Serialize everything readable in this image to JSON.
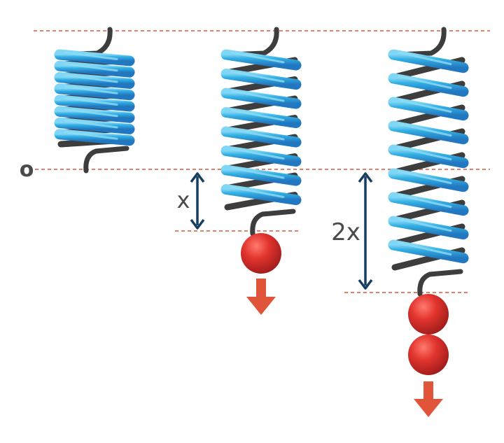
{
  "diagram": {
    "labels": {
      "origin": "o",
      "displacement_single": "x",
      "displacement_double": "2x"
    },
    "springs": [
      {
        "name": "spring-unloaded",
        "masses": 0,
        "extension_units": 0
      },
      {
        "name": "spring-one-mass",
        "masses": 1,
        "extension_units": 1
      },
      {
        "name": "spring-two-masses",
        "masses": 2,
        "extension_units": 2
      }
    ],
    "colors": {
      "reference_line": "#e0553a",
      "coil_blue": "#2fa7dd",
      "coil_highlight": "#8fdcf5",
      "coil_dark": "#2c7fc4",
      "wire": "#3d3d3d",
      "mass": "#d6302c",
      "arrow_force": "#e0553a",
      "arrow_dimension": "#173e5e",
      "label_text": "#4a4a4a"
    },
    "icons": {
      "mass": "red-sphere",
      "force": "down-arrow"
    }
  }
}
